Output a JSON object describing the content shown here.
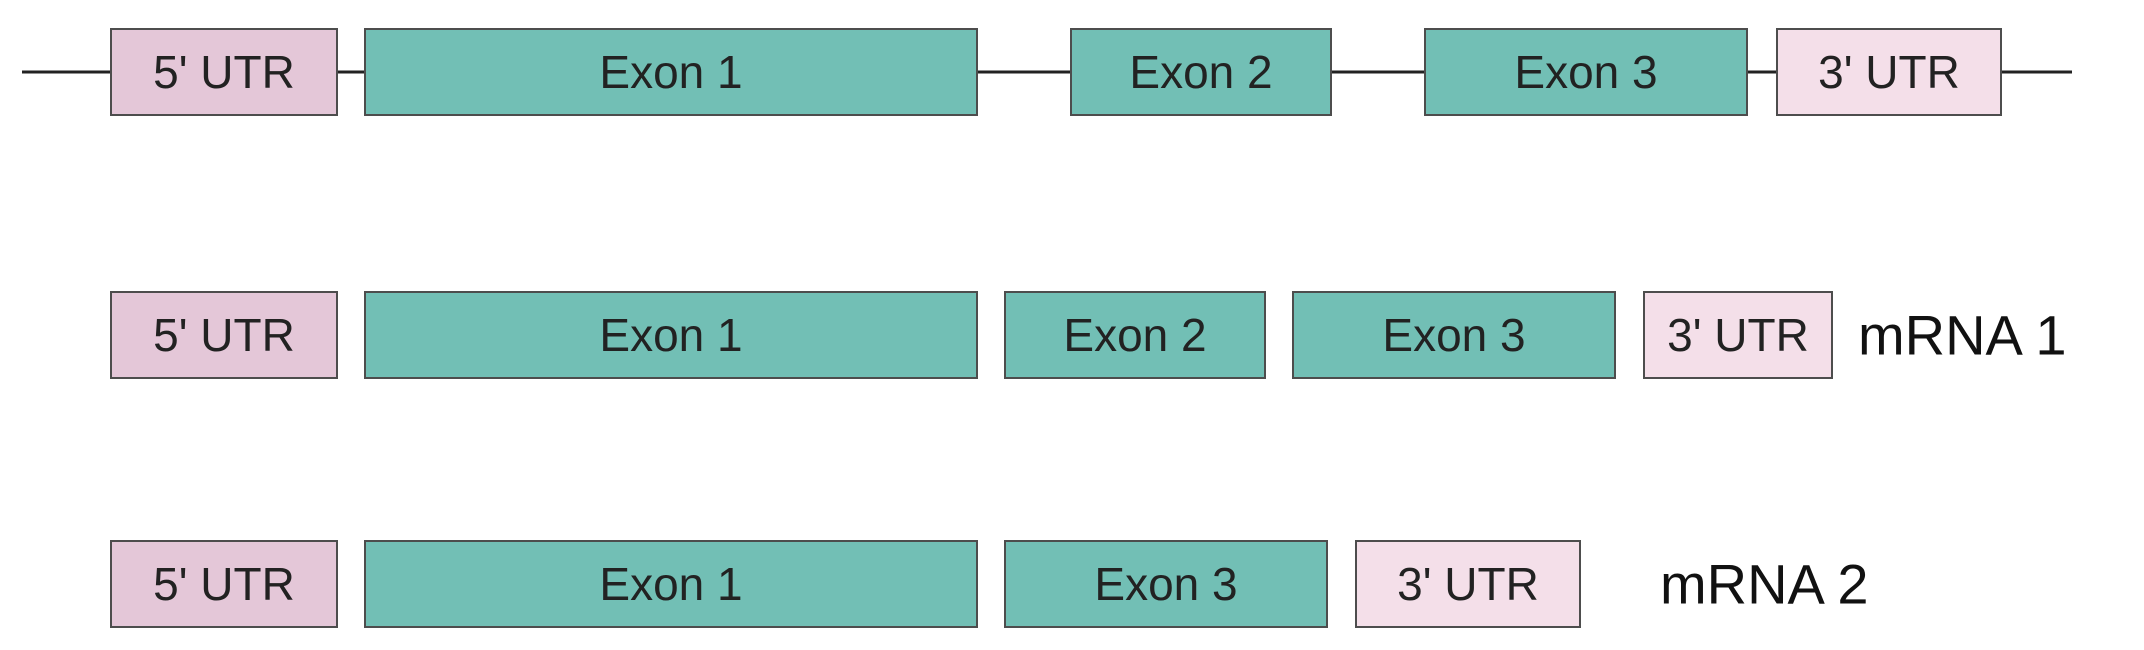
{
  "gene": {
    "utr5": "5' UTR",
    "exon1": "Exon 1",
    "exon2": "Exon 2",
    "exon3": "Exon 3",
    "utr3": "3' UTR"
  },
  "mrna1": {
    "label": "mRNA 1",
    "utr5": "5' UTR",
    "exon1": "Exon 1",
    "exon2": "Exon 2",
    "exon3": "Exon 3",
    "utr3": "3' UTR"
  },
  "mrna2": {
    "label": "mRNA 2",
    "utr5": "5' UTR",
    "exon1": "Exon 1",
    "exon3": "Exon 3",
    "utr3": "3' UTR"
  },
  "colors": {
    "utr5_fill": "#e4c7d8",
    "utr3_fill": "#f4dfe9",
    "exon_fill": "#72bfb5",
    "border": "#4d4d4d"
  }
}
